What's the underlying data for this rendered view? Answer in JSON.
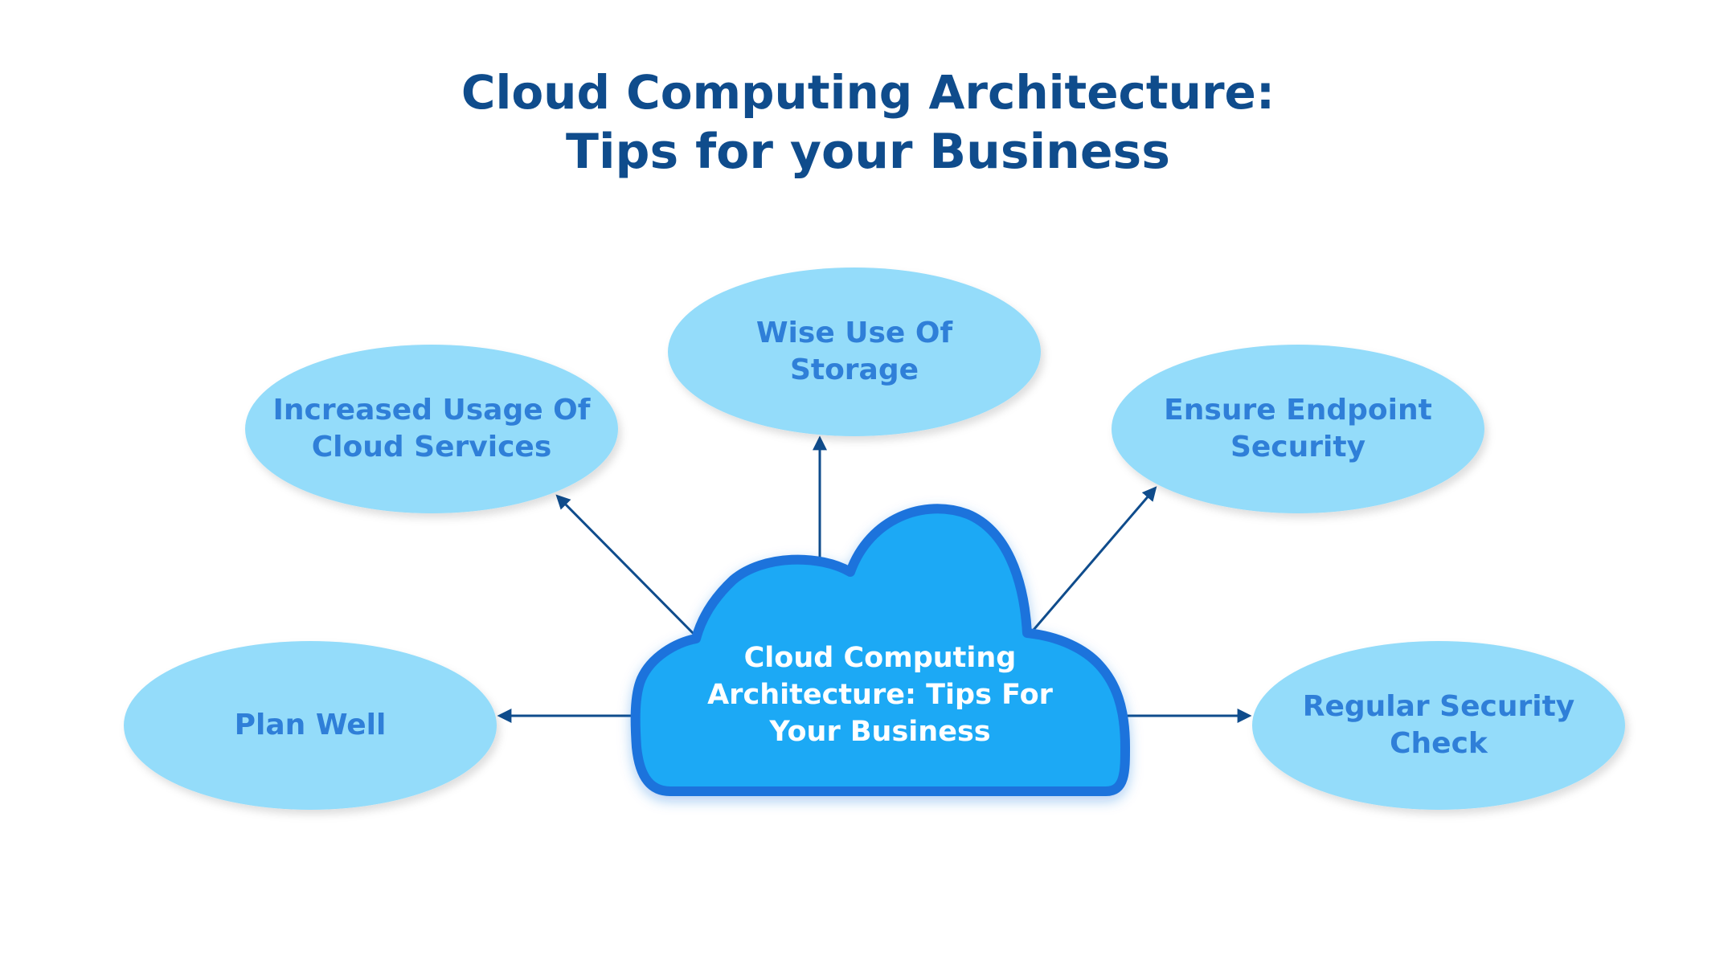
{
  "title": {
    "line1": "Cloud Computing Architecture:",
    "line2": "Tips for your Business"
  },
  "center": {
    "label": "Cloud Computing Architecture: Tips For Your Business"
  },
  "nodes": [
    {
      "id": "wise-use-of-storage",
      "label": "Wise Use Of Storage"
    },
    {
      "id": "increased-usage",
      "label": "Increased Usage Of Cloud Services"
    },
    {
      "id": "ensure-endpoint-security",
      "label": "Ensure Endpoint Security"
    },
    {
      "id": "plan-well",
      "label": "Plan Well"
    },
    {
      "id": "regular-security-check",
      "label": "Regular Security Check"
    }
  ],
  "colors": {
    "title": "#0f4c8c",
    "node_fill": "#94dcfa",
    "node_text": "#2f7fd8",
    "cloud_fill": "#1aa9f5",
    "cloud_border": "#1b73dc",
    "center_text": "#ffffff",
    "arrow": "#0f4c8c"
  }
}
